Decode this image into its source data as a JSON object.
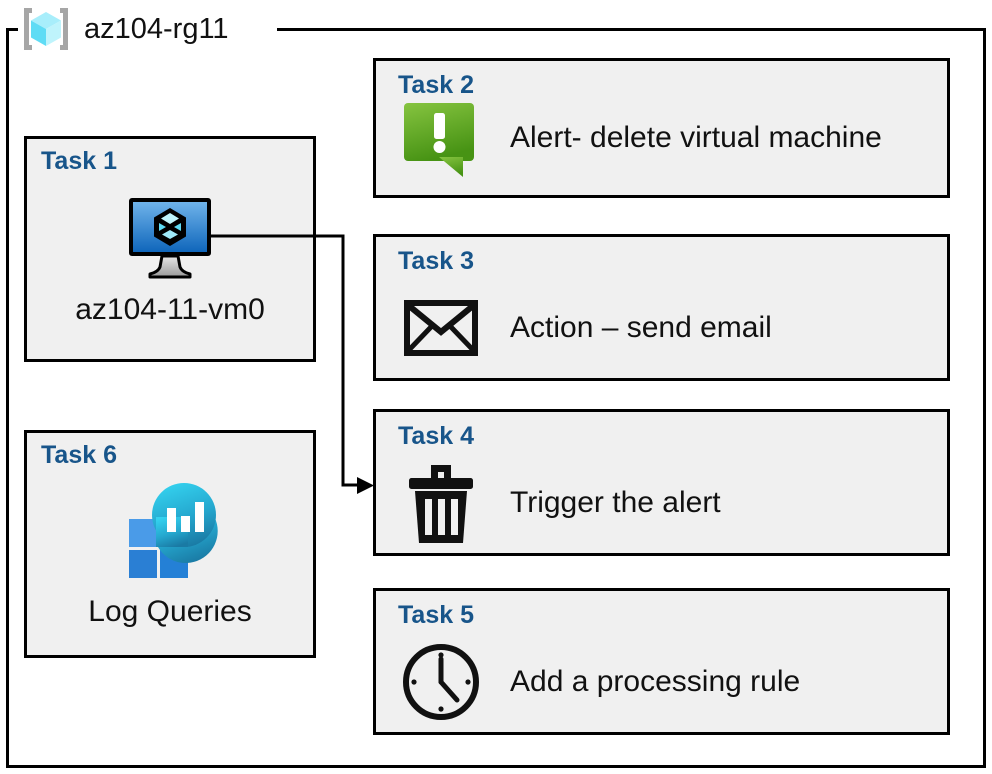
{
  "resource_group": {
    "name": "az104-rg11",
    "icon": "resource-group-cube-icon"
  },
  "colors": {
    "task_label": "#18558a",
    "box_fill": "#f0f0f0",
    "box_border": "#000000",
    "alert_green_light": "#7fba2f",
    "alert_green_dark": "#4f9a1c",
    "vm_blue_light": "#5fa8e8",
    "vm_blue_dark": "#1166bb",
    "cube_cyan": "#9fe8f7",
    "log_square_light": "#4a9be8",
    "log_square_dark": "#2a7fd4",
    "log_blob_cyan": "#2fc8e8",
    "log_blob_teal": "#1e7fa8",
    "rg_cube_cyan": "#7fe8fb",
    "rg_bracket_gray": "#a6a6a6"
  },
  "tasks": [
    {
      "id": "task1",
      "label": "Task 1",
      "caption": "az104-11-vm0",
      "icon": "virtual-machine-icon",
      "layout": "stacked"
    },
    {
      "id": "task2",
      "label": "Task 2",
      "caption": "Alert- delete virtual machine",
      "icon": "alert-exclamation-bubble-icon",
      "layout": "wide"
    },
    {
      "id": "task3",
      "label": "Task 3",
      "caption": "Action – send email",
      "icon": "envelope-icon",
      "layout": "wide"
    },
    {
      "id": "task4",
      "label": "Task 4",
      "caption": "Trigger the alert",
      "icon": "trash-can-icon",
      "layout": "wide"
    },
    {
      "id": "task5",
      "label": "Task 5",
      "caption": "Add a processing rule",
      "icon": "clock-icon",
      "layout": "wide"
    },
    {
      "id": "task6",
      "label": "Task 6",
      "caption": "Log Queries",
      "icon": "log-analytics-icon",
      "layout": "stacked"
    }
  ],
  "connector": {
    "from": "task1-vm-icon",
    "to": "task4-box",
    "arrow": "arrowhead-right"
  }
}
